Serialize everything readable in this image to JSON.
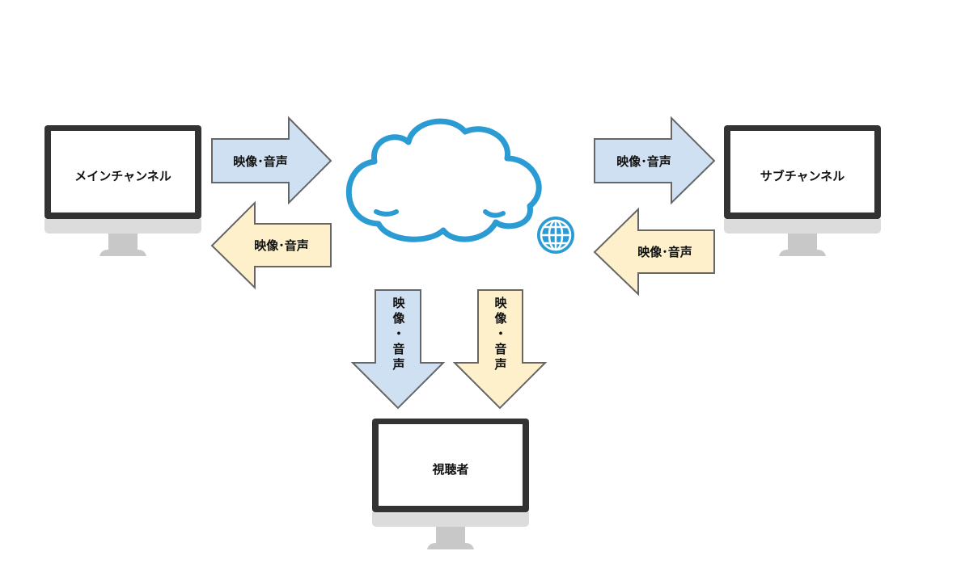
{
  "monitors": {
    "main": {
      "label": "メインチャンネル"
    },
    "sub": {
      "label": "サブチャンネル"
    },
    "viewer": {
      "label": "視聴者"
    }
  },
  "arrows": {
    "main_to_cloud": {
      "label": "映像･音声"
    },
    "cloud_to_main": {
      "label": "映像･音声"
    },
    "cloud_to_sub": {
      "label": "映像･音声"
    },
    "sub_to_cloud": {
      "label": "映像･音声"
    },
    "cloud_to_viewer_video": {
      "label": "映像・音声"
    },
    "cloud_to_viewer_audio": {
      "label": "映像・音声"
    }
  },
  "icons": {
    "cloud": "cloud-icon",
    "globe": "globe-icon"
  },
  "colors": {
    "arrow_blue": "#cfe0f2",
    "arrow_cream": "#fdf0cb",
    "arrow_stroke": "#666666",
    "cloud_stroke": "#2b9bd3",
    "globe": "#2b9bd3",
    "monitor_frame": "#333333",
    "monitor_chin": "#dcdcdc",
    "monitor_stand": "#c8c8c8"
  }
}
